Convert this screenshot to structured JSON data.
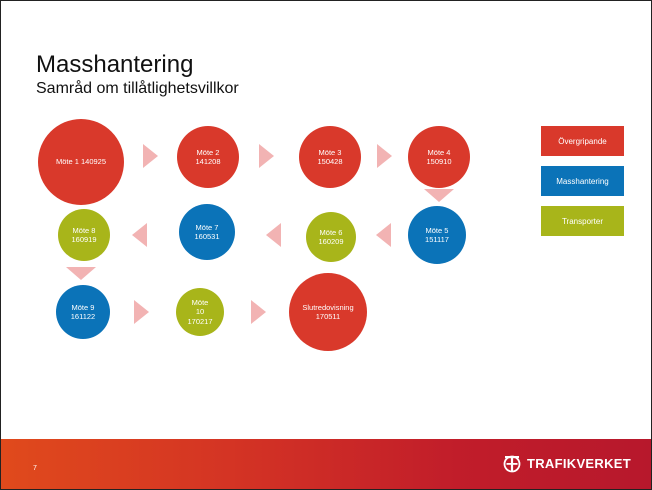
{
  "slide": {
    "title": "Masshantering",
    "subtitle": "Samråd om tillåtlighetsvillkor",
    "page_number": "7"
  },
  "colors": {
    "overgripande": "#d9392b",
    "masshantering": "#0b73b8",
    "transporter": "#a8b51a",
    "arrow": "#f2b3b3",
    "footer": "#c9202a"
  },
  "nodes": [
    {
      "label": "Möte 1 140925",
      "category": "overgripande"
    },
    {
      "label": "Möte 2\n141208",
      "category": "overgripande"
    },
    {
      "label": "Möte 3\n150428",
      "category": "overgripande"
    },
    {
      "label": "Möte 4\n150910",
      "category": "overgripande"
    },
    {
      "label": "Möte 5\n151117",
      "category": "masshantering"
    },
    {
      "label": "Möte 6\n160209",
      "category": "transporter"
    },
    {
      "label": "Möte 7\n160531",
      "category": "masshantering"
    },
    {
      "label": "Möte 8\n160919",
      "category": "transporter"
    },
    {
      "label": "Möte 9\n161122",
      "category": "masshantering"
    },
    {
      "label": "Möte\n10\n170217",
      "category": "transporter"
    },
    {
      "label": "Slutredovisning\n170511",
      "category": "overgripande"
    }
  ],
  "legend": [
    {
      "label": "Övergripande",
      "category": "overgripande"
    },
    {
      "label": "Masshantering",
      "category": "masshantering"
    },
    {
      "label": "Transporter",
      "category": "transporter"
    }
  ],
  "logo": {
    "text": "TRAFIKVERKET",
    "icon": "trafikverket-logo-icon"
  }
}
